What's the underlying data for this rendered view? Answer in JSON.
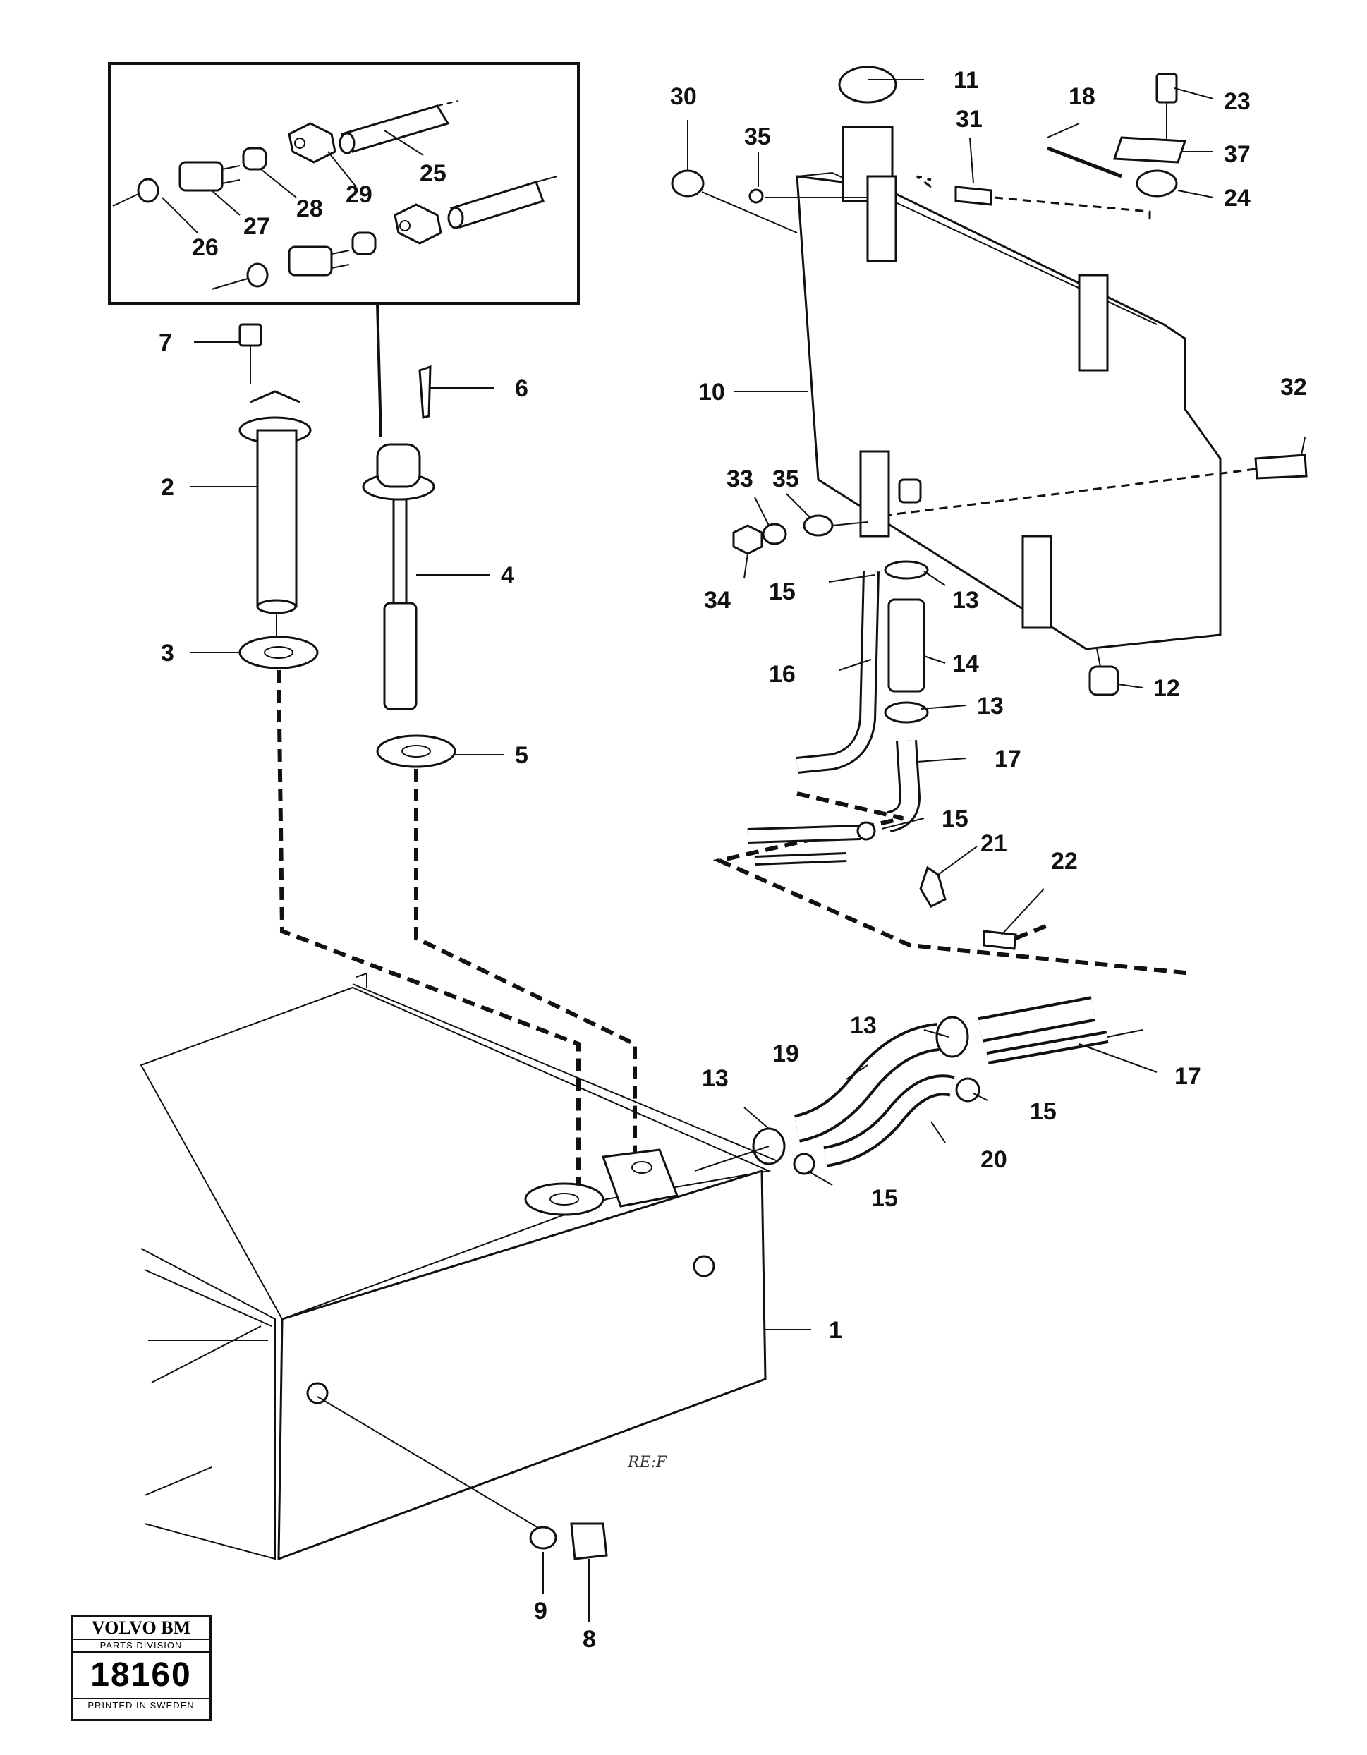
{
  "callouts": {
    "c1": "1",
    "c2": "2",
    "c3": "3",
    "c4": "4",
    "c5": "5",
    "c6": "6",
    "c7": "7",
    "c8": "8",
    "c9": "9",
    "c10": "10",
    "c11": "11",
    "c12": "12",
    "c13a": "13",
    "c13b": "13",
    "c13c": "13",
    "c13d": "13",
    "c14": "14",
    "c15a": "15",
    "c15b": "15",
    "c15c": "15",
    "c15d": "15",
    "c16": "16",
    "c17a": "17",
    "c17b": "17",
    "c18": "18",
    "c19": "19",
    "c20": "20",
    "c21": "21",
    "c22": "22",
    "c23": "23",
    "c24": "24",
    "c25": "25",
    "c26": "26",
    "c27": "27",
    "c28": "28",
    "c29": "29",
    "c30": "30",
    "c31": "31",
    "c32": "32",
    "c33": "33",
    "c34": "34",
    "c35a": "35",
    "c35b": "35",
    "c37": "37"
  },
  "stamp": {
    "brand": "VOLVO BM",
    "division": "PARTS DIVISION",
    "number": "18160",
    "printed": "PRINTED IN SWEDEN"
  },
  "handwriting": "RE:F",
  "colors": {
    "ink": "#111111",
    "background": "#ffffff"
  }
}
